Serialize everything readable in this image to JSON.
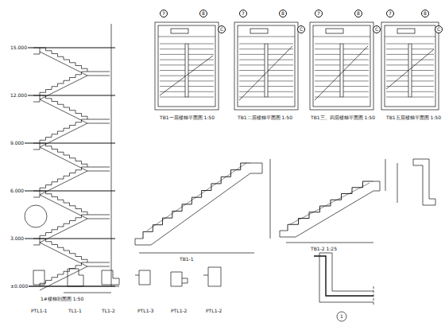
{
  "diagram": {
    "labels": [
      "1#楼梯剖面图 1:50",
      "TB1一层楼梯平面图 1:50",
      "TB1二层楼梯平面图 1:50",
      "TB1三、四层楼梯平面图 1:50",
      "TB1五层楼梯平面图 1:50",
      "TB1-1",
      "TB1-2 1:25",
      "PTL1-1",
      "TL1-1",
      "TL1-2",
      "PTL1-3",
      "PTL1-2",
      "PTL1-2",
      "1",
      "15.000",
      "12.000",
      "9.000",
      "6.000",
      "3.000",
      "±0.000",
      "7",
      "8",
      "7",
      "8",
      "7",
      "8",
      "7",
      "8",
      "C",
      "C",
      "C",
      "C"
    ]
  }
}
